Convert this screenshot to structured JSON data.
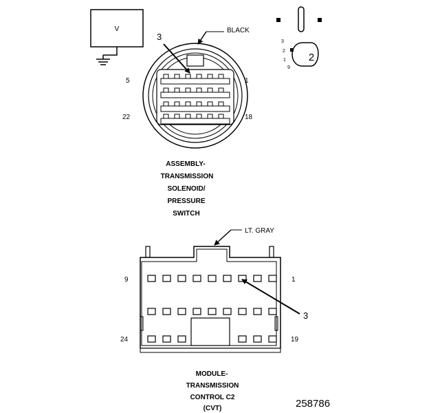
{
  "meter": {
    "label": "V"
  },
  "connector_top": {
    "color_label": "BLACK",
    "callout": "3",
    "pins": {
      "top_left": "5",
      "top_right": "1",
      "bottom_left": "22",
      "bottom_right": "18"
    },
    "title_lines": [
      "ASSEMBLY-",
      "TRANSMISSION",
      "SOLENOID/",
      "PRESSURE",
      "SWITCH"
    ]
  },
  "probe_detail": {
    "callout": "2",
    "pins": [
      "3",
      "2",
      "1",
      "9"
    ]
  },
  "connector_bottom": {
    "color_label": "LT. GRAY",
    "callout": "3",
    "pins": {
      "top_left": "9",
      "top_right": "1",
      "bottom_left": "24",
      "bottom_right": "19"
    },
    "title_lines": [
      "MODULE-",
      "TRANSMISSION",
      "CONTROL C2",
      "(CVT)"
    ]
  },
  "figure_id": "258786"
}
